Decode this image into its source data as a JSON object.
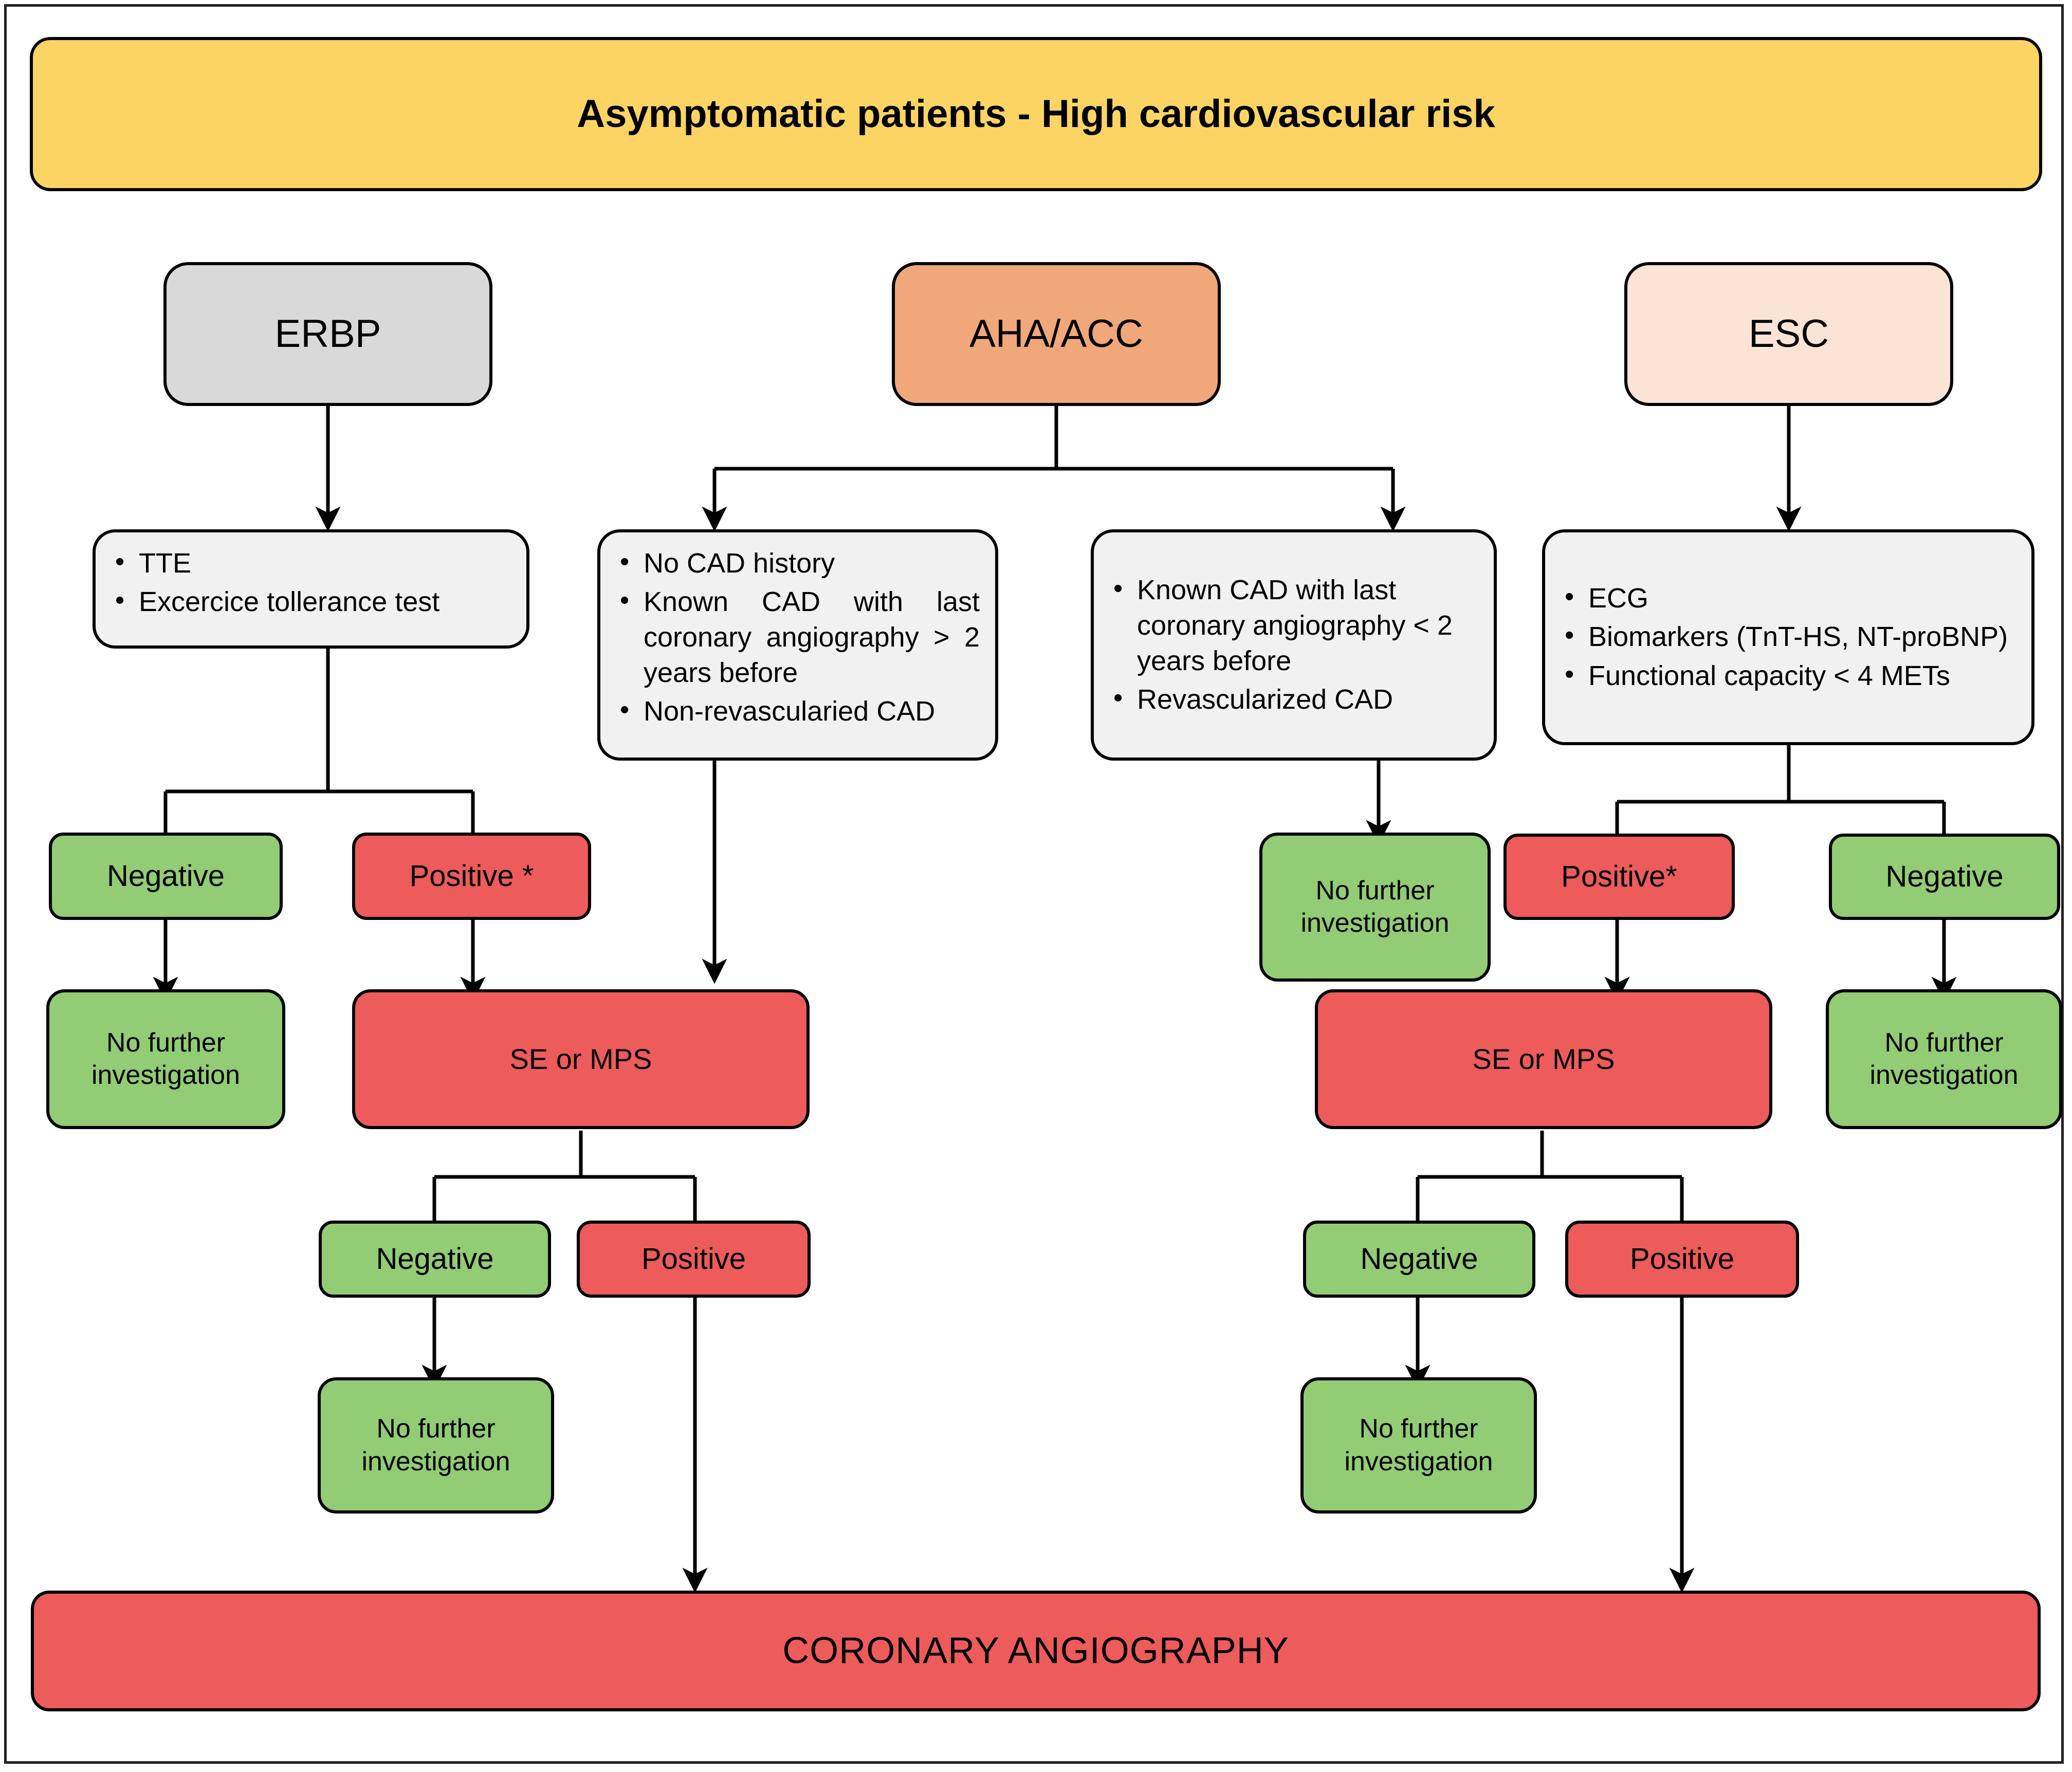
{
  "diagram": {
    "title": "Asymptomatic patients - High cardiovascular risk",
    "colors": {
      "title_bar": "#FBD464",
      "erbp_box": "#D9D9D9",
      "aha_box": "#F0A87A",
      "esc_box": "#FBE3D5",
      "criteria_box": "#F1F1F1",
      "negative": "#92CC74",
      "positive": "#EE5B5B",
      "border": "#000000",
      "frame": "#231F20"
    },
    "guidelines": [
      {
        "id": "erbp",
        "label": "ERBP"
      },
      {
        "id": "aha",
        "label": "AHA/ACC"
      },
      {
        "id": "esc",
        "label": "ESC"
      }
    ],
    "criteria": {
      "erbp": [
        "TTE",
        "Excercice tollerance test"
      ],
      "aha_left": [
        "No CAD history",
        "Known CAD with last coronary angiography > 2 years before",
        "Non-revascularied CAD"
      ],
      "aha_right": [
        "Known CAD with last coronary angiography < 2 years before",
        "Revascularized CAD"
      ],
      "esc": [
        "ECG",
        "Biomarkers (TnT-HS, NT-proBNP)",
        "Functional capacity < 4 METs"
      ]
    },
    "outcomes": {
      "erbp_negative": "Negative",
      "erbp_positive": "Positive *",
      "erbp_test": "SE or MPS",
      "erbp_test_negative": "Negative",
      "erbp_test_positive": "Positive",
      "aha_no_further_line1": "No further",
      "aha_no_further_line2": "investigation",
      "esc_positive": "Positive*",
      "esc_negative": "Negative",
      "esc_test": "SE or MPS",
      "esc_test_negative": "Negative",
      "esc_test_positive": "Positive"
    },
    "terminals": {
      "no_further_line1": "No further",
      "no_further_line2": "investigation",
      "coronary_angiography": "CORONARY ANGIOGRAPHY"
    }
  }
}
